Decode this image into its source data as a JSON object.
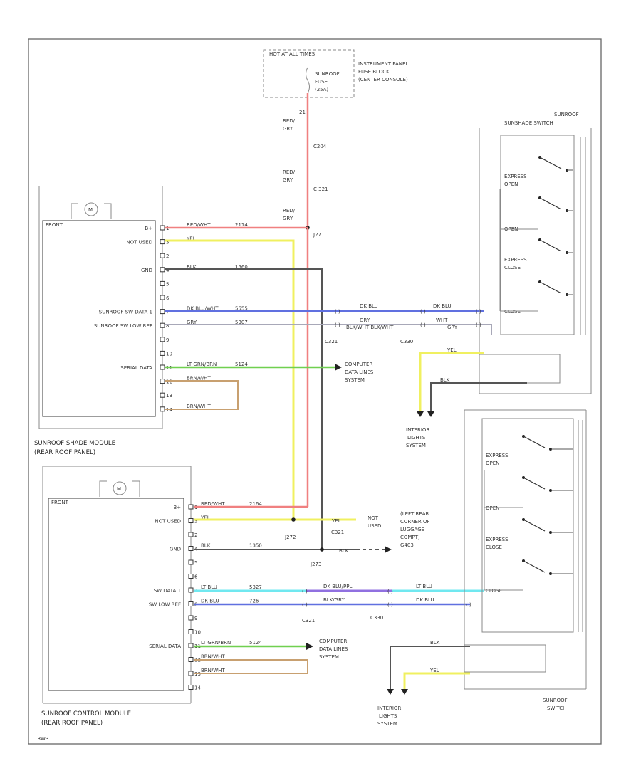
{
  "fuse_block": {
    "hot": "HOT AT ALL TIMES",
    "fuse": [
      "SUNROOF",
      "FUSE",
      "(25A)"
    ],
    "label": [
      "INSTRUMENT PANEL",
      "FUSE BLOCK",
      "(CENTER CONSOLE)"
    ]
  },
  "feed": {
    "pin": "21",
    "wire1": [
      "RED/",
      "GRY"
    ],
    "conn1": "C204",
    "wire2": [
      "RED/",
      "GRY"
    ],
    "conn2": "C 321",
    "wire3": [
      "RED/",
      "GRY"
    ]
  },
  "shade_module": {
    "label": [
      "SUNROOF SHADE MODULE",
      "(REAR ROOF PANEL)"
    ],
    "pins": [
      {
        "label": "B+",
        "num": "1",
        "wire": "RED/WHT",
        "code": "2114"
      },
      {
        "label": "NOT USED",
        "num": "3",
        "wire": "YEL",
        "code": ""
      },
      {
        "label": "",
        "num": "2",
        "wire": "",
        "code": ""
      },
      {
        "label": "GND",
        "num": "4",
        "wire": "BLK",
        "code": "1560"
      },
      {
        "label": "",
        "num": "5",
        "wire": "",
        "code": ""
      },
      {
        "label": "",
        "num": "6",
        "wire": "",
        "code": ""
      },
      {
        "label": "SUNROOF SW DATA 1",
        "num": "7",
        "wire": "DK BLU/WHT",
        "code": "5555"
      },
      {
        "label": "SUNROOF SW LOW REF",
        "num": "8",
        "wire": "GRY",
        "code": "5307"
      },
      {
        "label": "",
        "num": "9",
        "wire": "",
        "code": ""
      },
      {
        "label": "",
        "num": "10",
        "wire": "",
        "code": ""
      },
      {
        "label": "SERIAL DATA",
        "num": "11",
        "wire": "LT GRN/BRN",
        "code": "5124"
      },
      {
        "label": "",
        "num": "12",
        "wire": "BRN/WHT",
        "code": ""
      },
      {
        "label": "",
        "num": "13",
        "wire": "",
        "code": ""
      },
      {
        "label": "",
        "num": "14",
        "wire": "BRN/WHT",
        "code": ""
      }
    ]
  },
  "control_module": {
    "label": [
      "SUNROOF CONTROL MODULE",
      "(REAR ROOF PANEL)"
    ],
    "pins": [
      {
        "label": "B+",
        "num": "1",
        "wire": "RED/WHT",
        "code": "2164"
      },
      {
        "label": "NOT USED",
        "num": "3",
        "wire": "YEL",
        "code": ""
      },
      {
        "label": "",
        "num": "2",
        "wire": "",
        "code": ""
      },
      {
        "label": "GND",
        "num": "4",
        "wire": "BLK",
        "code": "1350"
      },
      {
        "label": "",
        "num": "5",
        "wire": "",
        "code": ""
      },
      {
        "label": "",
        "num": "6",
        "wire": "",
        "code": ""
      },
      {
        "label": "SW DATA 1",
        "num": "7",
        "wire": "LT BLU",
        "code": "5327"
      },
      {
        "label": "SW LOW REF",
        "num": "8",
        "wire": "DK BLU",
        "code": "726"
      },
      {
        "label": "",
        "num": "9",
        "wire": "",
        "code": ""
      },
      {
        "label": "",
        "num": "10",
        "wire": "",
        "code": ""
      },
      {
        "label": "SERIAL DATA",
        "num": "11",
        "wire": "LT GRN/BRN",
        "code": "5124"
      },
      {
        "label": "",
        "num": "12",
        "wire": "BRN/WHT",
        "code": ""
      },
      {
        "label": "",
        "num": "13",
        "wire": "BRN/WHT",
        "code": ""
      },
      {
        "label": "",
        "num": "14",
        "wire": "",
        "code": ""
      }
    ]
  },
  "splices": {
    "j271": "J271",
    "j272": "J272",
    "j273": "J273"
  },
  "connectors": {
    "c321a": "C321",
    "c330a": "C330",
    "c321b": "C321",
    "c330b": "C330"
  },
  "shade_switch": {
    "title": [
      "SUNROOF",
      "SUNSHADE SWITCH"
    ],
    "positions": [
      [
        "EXPRESS",
        "OPEN"
      ],
      [
        "OPEN"
      ],
      [
        "EXPRESS",
        "CLOSE"
      ],
      [
        "CLOSE"
      ]
    ],
    "wires": [
      {
        "left": "DK BLU",
        "right": "DK BLU"
      },
      {
        "left": "GRY",
        "right": "WHT"
      },
      {
        "left": "BLK/WHT BLK/WHT",
        "right": "GRY"
      }
    ],
    "light_wires": [
      "YEL",
      "BLK"
    ]
  },
  "sunroof_switch": {
    "title": [
      "SUNROOF",
      "SWITCH"
    ],
    "positions": [
      [
        "EXPRESS",
        "OPEN"
      ],
      [
        "OPEN"
      ],
      [
        "EXPRESS",
        "CLOSE"
      ],
      [
        "CLOSE"
      ]
    ],
    "wires": [
      {
        "left": "DK BLU/PPL",
        "right": "LT BLU"
      },
      {
        "left": "BLK/GRY",
        "right": "DK BLU"
      }
    ],
    "light_wires": [
      "BLK",
      "YEL"
    ]
  },
  "refs": {
    "computer1": [
      "COMPUTER",
      "DATA LINES",
      "SYSTEM"
    ],
    "computer2": [
      "COMPUTER",
      "DATA LINES",
      "SYSTEM"
    ],
    "interior1": [
      "INTERIOR",
      "LIGHTS",
      "SYSTEM"
    ],
    "interior2": [
      "INTERIOR",
      "LIGHTS",
      "SYSTEM"
    ],
    "ground": [
      "(LEFT REAR",
      "CORNER OF",
      "LUGGAGE",
      "COMPT)",
      "G403"
    ],
    "notused": [
      "NOT",
      "USED"
    ],
    "yel": "YEL",
    "c321": "C321",
    "blk": "BLK",
    "front": "FRONT",
    "m": "M"
  },
  "footer": "1RW3"
}
